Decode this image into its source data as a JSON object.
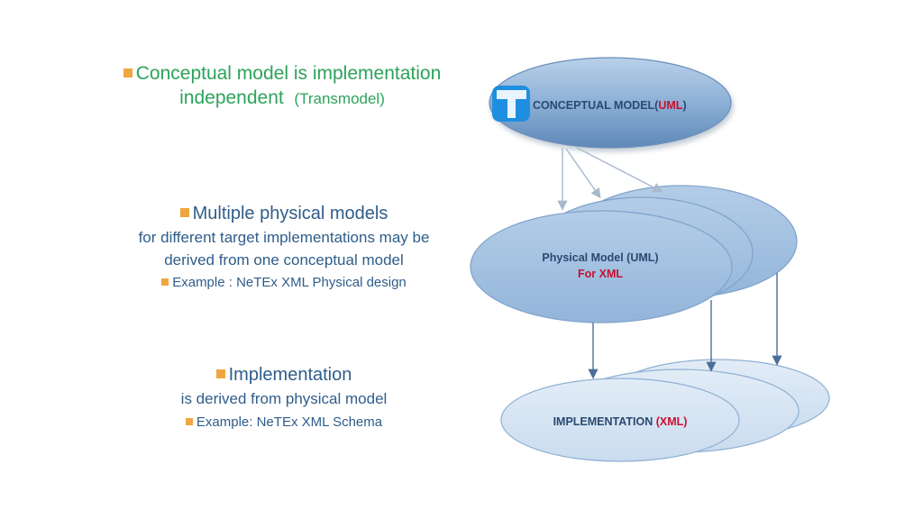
{
  "left_text": {
    "conceptual": {
      "line1": "Conceptual model is implementation",
      "line2": "independent",
      "paren": "(Transmodel)"
    },
    "physical": {
      "heading": "Multiple physical models",
      "line1": "for different target implementations may be",
      "line2": "derived from one conceptual model",
      "example": "Example : NeTEx XML Physical design"
    },
    "implementation": {
      "heading": "Implementation",
      "line1": "is derived from  physical model",
      "example": "Example: NeTEx XML Schema"
    }
  },
  "diagram": {
    "conceptual_label": "CONCEPTUAL MODEL(",
    "conceptual_label_accent": "UML",
    "conceptual_label_end": ")",
    "logo_icon": "transmodel-logo-icon",
    "physical_line1": "Physical Model (UML)",
    "physical_line2": "For XML",
    "implementation_label": "IMPLEMENTATION ",
    "implementation_label_accent": "(XML)"
  },
  "colors": {
    "accent_red": "#c8102e",
    "bullet": "#f0a640",
    "green_text": "#2ca35a",
    "blue_text": "#2f5d8a"
  }
}
